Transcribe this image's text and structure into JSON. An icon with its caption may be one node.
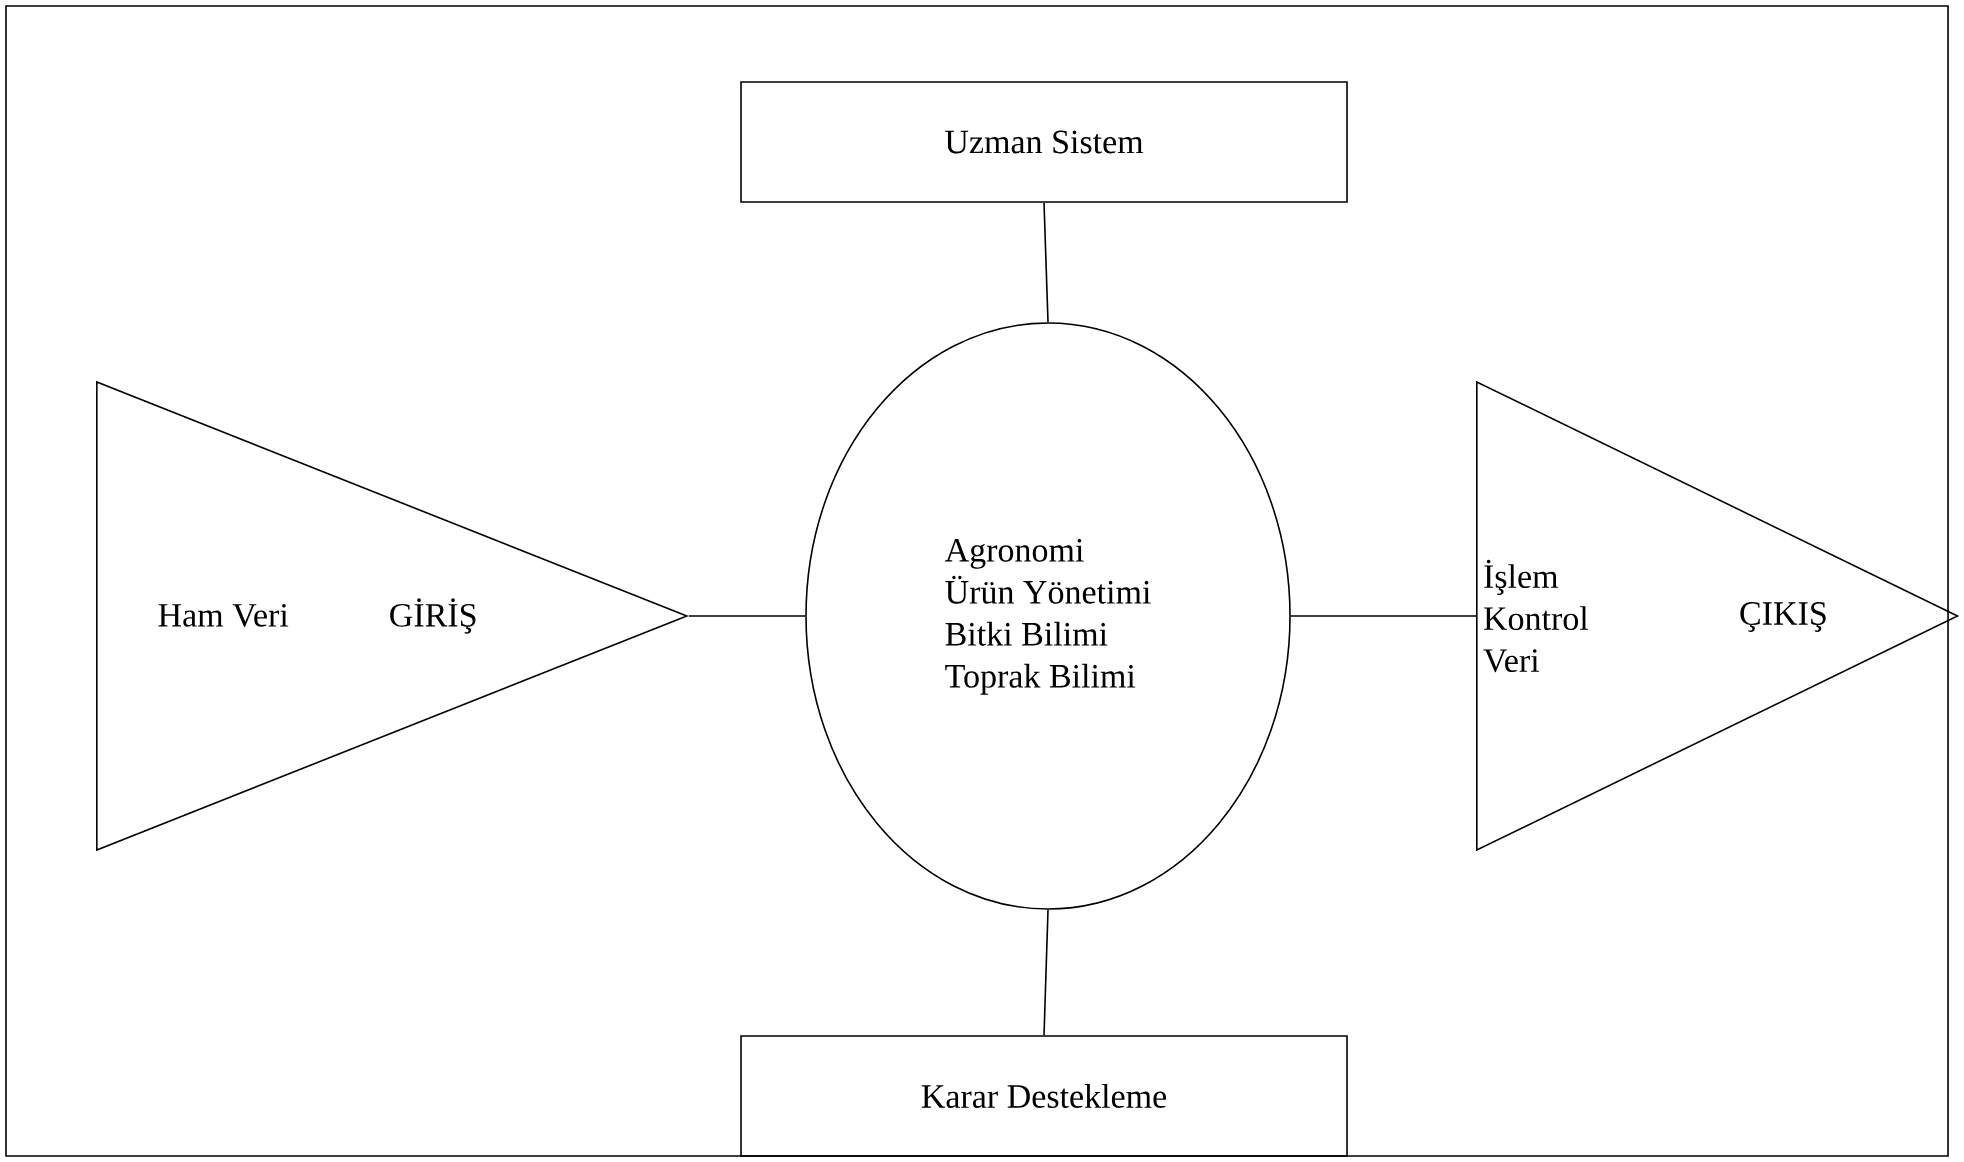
{
  "diagram": {
    "nodes": [
      {
        "text": [
          "Uzman Sistem"
        ]
      },
      {
        "text": [
          "Ham Veri",
          "GİRİŞ"
        ]
      },
      {
        "text": [
          "Agronomi",
          "Ürün Yönetimi",
          "Bitki Bilimi",
          "Toprak Bilimi"
        ]
      },
      {
        "text": [
          "İşlem Kontrol Veri",
          "ÇIKIŞ"
        ]
      },
      {
        "text": [
          "Karar Destekleme"
        ]
      }
    ],
    "edges": [
      {
        "from": 0,
        "to": 2,
        "arrow": "none"
      },
      {
        "from": 1,
        "to": 2,
        "arrow": "none"
      },
      {
        "from": 2,
        "to": 3,
        "arrow": "none"
      },
      {
        "from": 2,
        "to": 4,
        "arrow": "none"
      }
    ]
  }
}
